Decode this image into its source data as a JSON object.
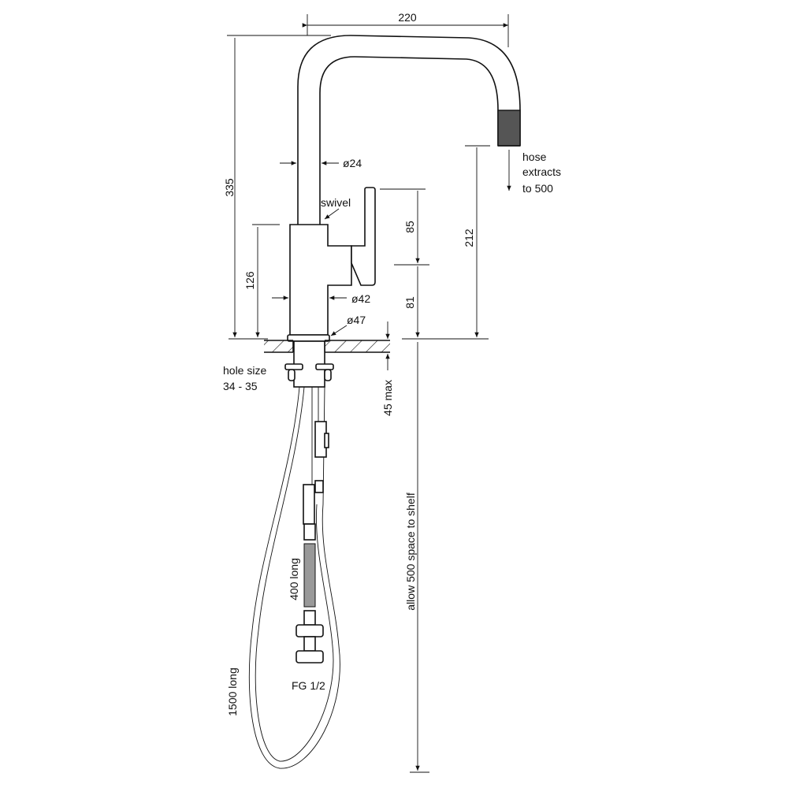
{
  "dimensions": {
    "spout_reach": "220",
    "overall_height": "335",
    "body_height": "126",
    "handle_upper": "85",
    "handle_lower": "81",
    "spout_outlet_height": "212",
    "bench_thickness": "45 max",
    "shelf_space": "allow 500 space to shelf",
    "hose_length": "1500 long",
    "flex_length": "400 long"
  },
  "labels": {
    "spout_diameter": "ø24",
    "swivel": "swivel",
    "body_diameter": "ø42",
    "base_diameter": "ø47",
    "hole_size_1": "hole size",
    "hole_size_2": "34 - 35",
    "hose_1": "hose",
    "hose_2": "extracts",
    "hose_3": "to 500",
    "connection": "FG 1/2"
  },
  "colors": {
    "line": "#111111",
    "nozzle": "#555555",
    "flex_hose": "#999999"
  }
}
